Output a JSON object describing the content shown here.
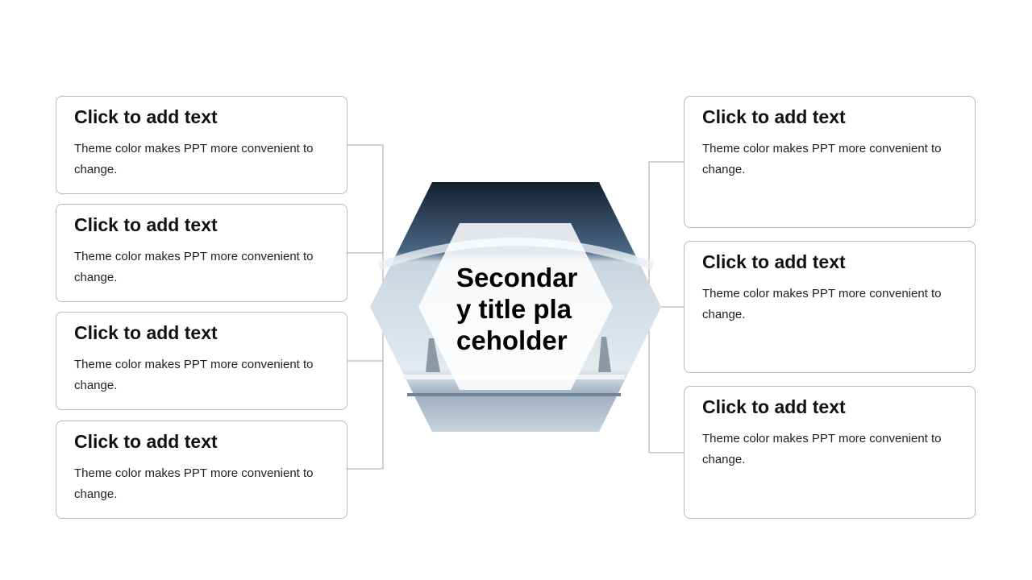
{
  "left_items": [
    {
      "title": "Click to add text",
      "body": "Theme color makes PPT more convenient to change."
    },
    {
      "title": "Click to add text",
      "body": "Theme color makes PPT more convenient to change."
    },
    {
      "title": "Click to add text",
      "body": "Theme color makes PPT more convenient to change."
    },
    {
      "title": "Click to add text",
      "body": "Theme color makes PPT more convenient to change."
    }
  ],
  "right_items": [
    {
      "title": "Click to add text",
      "body": "Theme color makes PPT more convenient to change."
    },
    {
      "title": "Click to add text",
      "body": "Theme color makes PPT more convenient to change."
    },
    {
      "title": "Click to add text",
      "body": "Theme color makes PPT more convenient to change."
    }
  ],
  "center": {
    "title_lines": [
      "Secondar",
      "y title pla",
      "ceholder"
    ]
  },
  "colors": {
    "line": "#a6a6a6",
    "hex_dark": "#14202e",
    "hex_light": "#dfe7ee"
  }
}
